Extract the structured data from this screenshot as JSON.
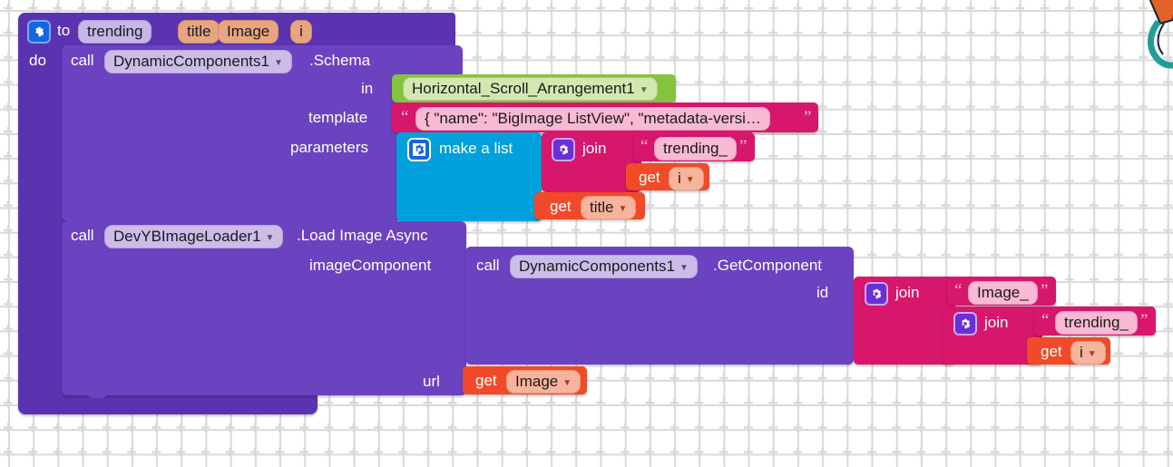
{
  "editor": {
    "name": "MIT App Inventor blocks editor",
    "background_color": "#ffffff",
    "grid_dot_color": "#d9d9d9"
  },
  "colors": {
    "procedure": "#5a34b0",
    "procedure_inner": "#6b42c0",
    "list": "#00a0dc",
    "text_string": "#d6176b",
    "join": "#d6176b",
    "variable_get": "#f04a28",
    "component_getter": "#84c33f",
    "param_chip": "#e8a582"
  },
  "procedure": {
    "mutator_icon": "gear-icon",
    "to_label": "to",
    "name": "trending",
    "params": [
      "title",
      "Image",
      "i"
    ],
    "do_label": "do"
  },
  "schema_block": {
    "call_label": "call",
    "component": "DynamicComponents1",
    "method": ".Schema",
    "dropdown_icon": "chevron-down-icon",
    "rows": [
      {
        "socket_label": "in"
      },
      {
        "socket_label": "template"
      },
      {
        "socket_label": "parameters"
      }
    ],
    "in_value": {
      "type": "component-getter",
      "value": "Horizontal_Scroll_Arrangement1",
      "dropdown_icon": "chevron-down-icon"
    },
    "template_value": {
      "type": "text-string",
      "open_quote": "“",
      "close_quote": "”",
      "value": "{  \"name\": \"BigImage ListView\",  \"metadata-versi…"
    },
    "parameters_value": {
      "type": "make-a-list",
      "mutator_icon": "gear-icon",
      "label": "make a list",
      "items": [
        {
          "type": "join",
          "mutator_icon": "gear-icon",
          "label": "join",
          "args": [
            {
              "type": "text-string",
              "open_quote": "“",
              "close_quote": "”",
              "value": "trending_"
            },
            {
              "type": "get",
              "label": "get",
              "variable": "i",
              "dropdown_icon": "chevron-down-icon"
            }
          ]
        },
        {
          "type": "get",
          "label": "get",
          "variable": "title",
          "dropdown_icon": "chevron-down-icon"
        }
      ]
    }
  },
  "load_image_block": {
    "call_label": "call",
    "component": "DevYBImageLoader1",
    "method": ".Load Image Async",
    "dropdown_icon": "chevron-down-icon",
    "rows": [
      {
        "socket_label": "imageComponent"
      },
      {
        "socket_label": "url"
      }
    ],
    "image_component_value": {
      "type": "method-call",
      "call_label": "call",
      "component": "DynamicComponents1",
      "method": ".GetComponent",
      "dropdown_icon": "chevron-down-icon",
      "socket_label": "id",
      "id_value": {
        "type": "join",
        "mutator_icon": "gear-icon",
        "label": "join",
        "args": [
          {
            "type": "text-string",
            "open_quote": "“",
            "close_quote": "”",
            "value": "Image_"
          },
          {
            "type": "join",
            "mutator_icon": "gear-icon",
            "label": "join",
            "args": [
              {
                "type": "text-string",
                "open_quote": "“",
                "close_quote": "”",
                "value": "trending_"
              },
              {
                "type": "get",
                "label": "get",
                "variable": "i",
                "dropdown_icon": "chevron-down-icon"
              }
            ]
          }
        ]
      }
    },
    "url_value": {
      "type": "get",
      "label": "get",
      "variable": "Image",
      "dropdown_icon": "chevron-down-icon"
    }
  },
  "decoration": {
    "name": "partial-graphic",
    "colors": [
      "#e2622a",
      "#1f9e96"
    ]
  }
}
